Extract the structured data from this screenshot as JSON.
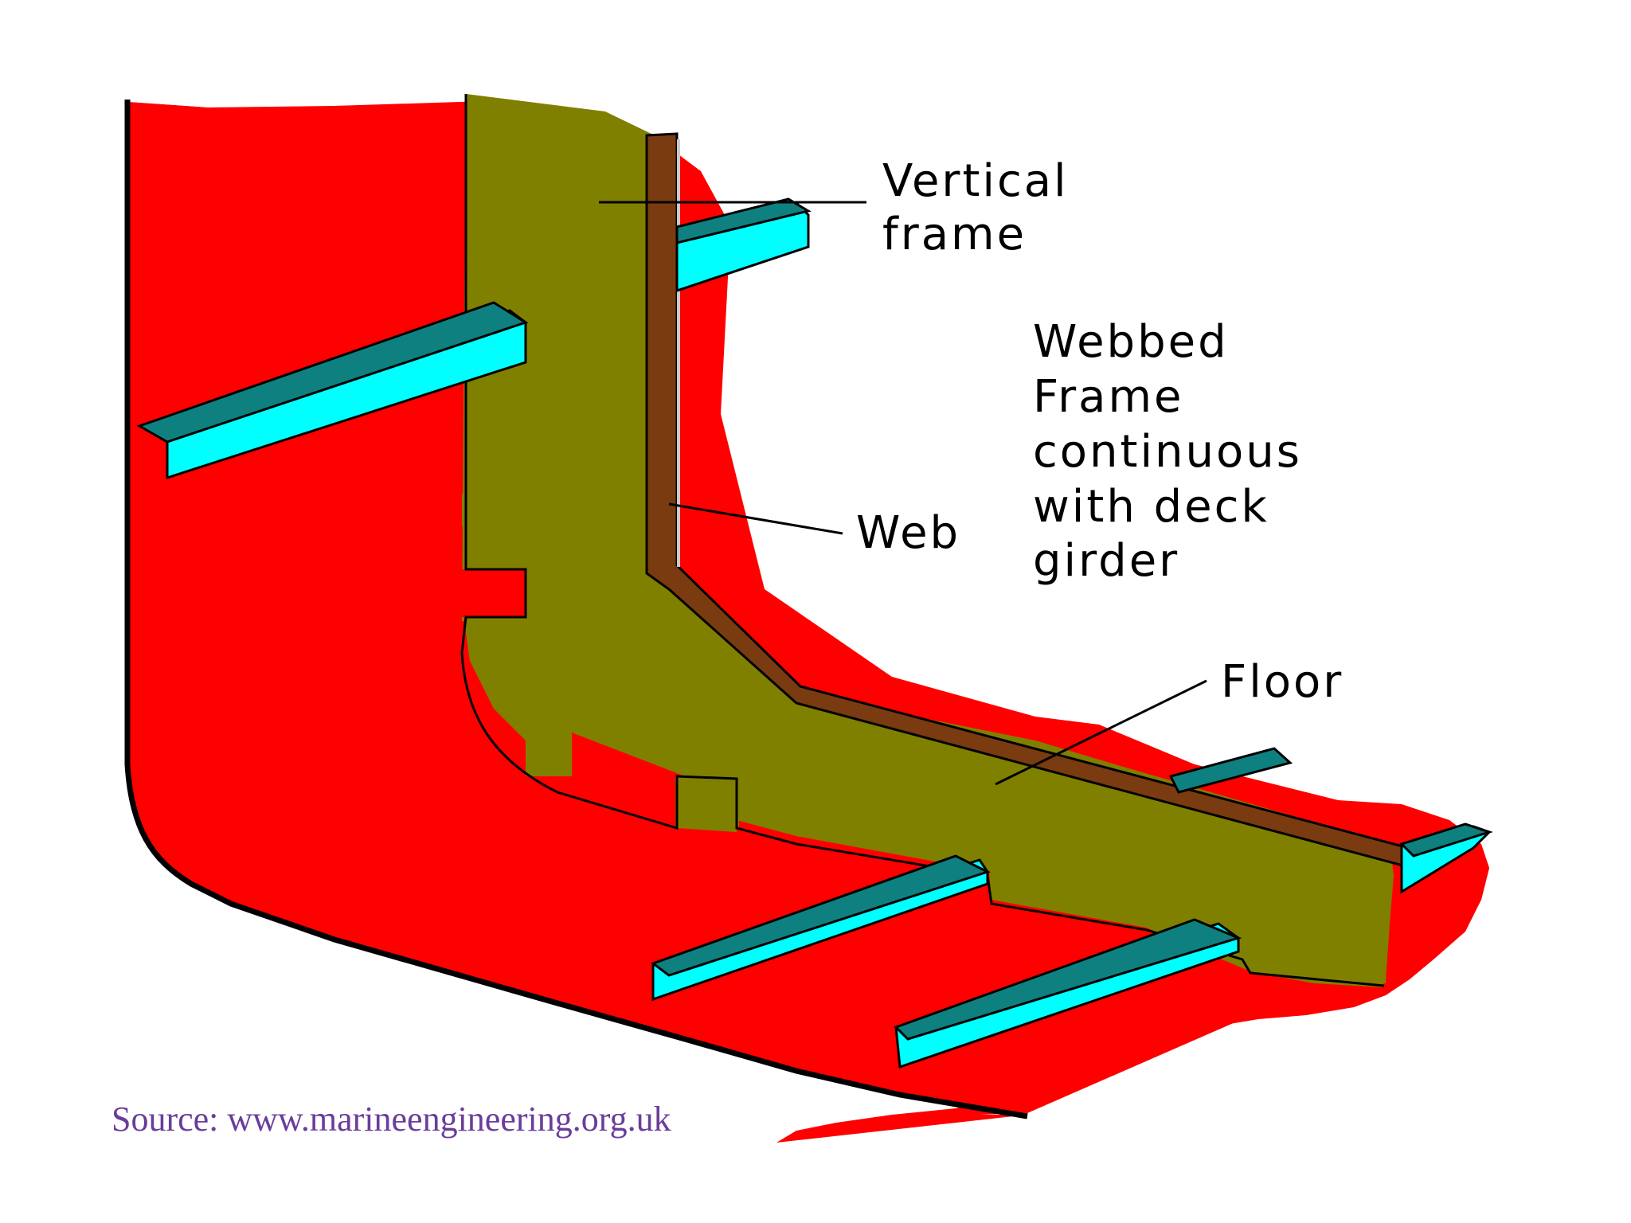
{
  "labels": {
    "vertical_frame": [
      "Vertical",
      "frame"
    ],
    "webbed_frame": [
      "Webbed",
      "Frame",
      "continuous",
      "with deck",
      "girder"
    ],
    "web": "Web",
    "floor": "Floor"
  },
  "source": "Source: www.marineengineering.org.uk",
  "colors": {
    "shell_plating": "#ff0000",
    "web_frame_plate": "#808000",
    "web_flange": "#7a3b10",
    "stiffener_top": "#0f8080",
    "stiffener_face": "#00ffff",
    "source_text": "#6a3d9a"
  }
}
